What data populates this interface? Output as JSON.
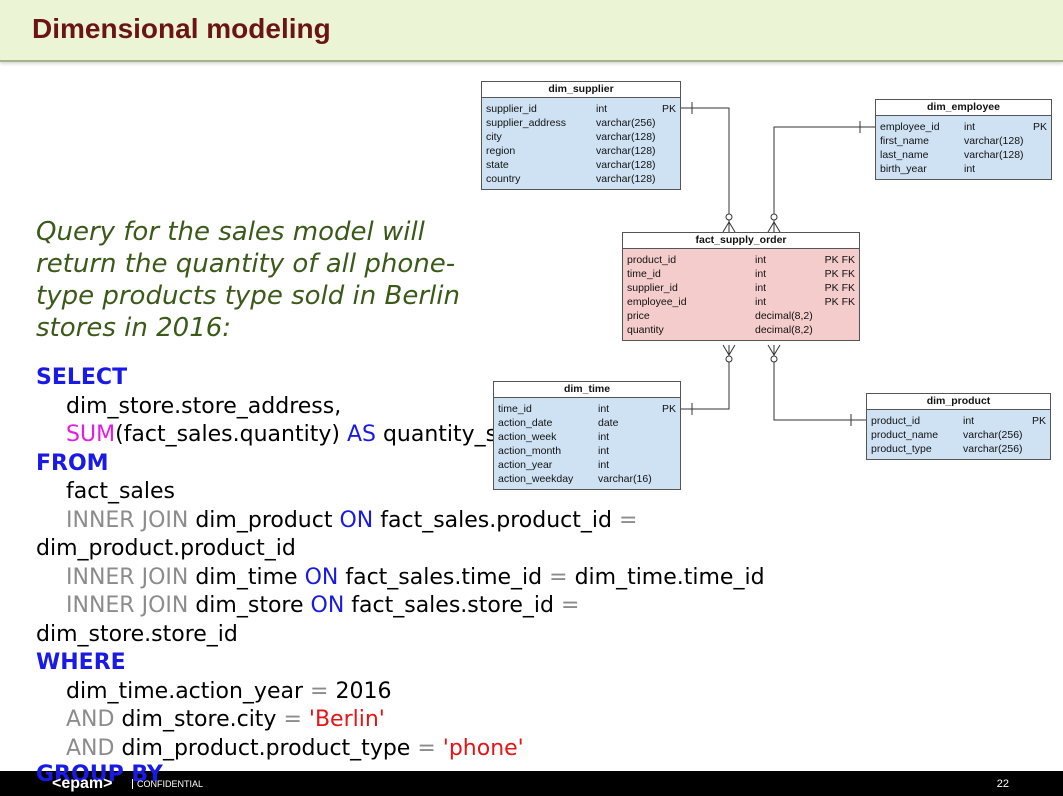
{
  "title": "Dimensional modeling",
  "intro": "Query for the sales model will return the quantity of all phone-type products type sold in Berlin stores in 2016:",
  "sql": {
    "select_kw": "SELECT",
    "l1": "dim_store.store_address,",
    "sum_fn": "SUM",
    "sum_arg": "(fact_sales.quantity)",
    "as_kw": "AS",
    "alias": "quantity_sold",
    "from_kw": "FROM",
    "from_tbl": "fact_sales",
    "join_kw": "INNER JOIN",
    "on_kw": "ON",
    "eq": "=",
    "j1_tbl": "dim_product",
    "j1_left": "fact_sales.product_id",
    "j1_right": "dim_product.product_id",
    "j2_tbl": "dim_time",
    "j2_left": "fact_sales.time_id",
    "j2_right": "dim_time.time_id",
    "j3_tbl": "dim_store",
    "j3_left": "fact_sales.store_id",
    "j3_right": "dim_store.store_id",
    "where_kw": "WHERE",
    "w1_left": "dim_time.action_year",
    "w1_val": "2016",
    "and_kw": "AND",
    "w2_left": "dim_store.city",
    "w2_val": "'Berlin'",
    "w3_left": "dim_product.product_type",
    "w3_val": "'phone'",
    "group_kw": "GROUP BY"
  },
  "tables": {
    "dim_supplier": {
      "name": "dim_supplier",
      "rows": [
        [
          "supplier_id",
          "int",
          "PK"
        ],
        [
          "supplier_address",
          "varchar(256)",
          ""
        ],
        [
          "city",
          "varchar(128)",
          ""
        ],
        [
          "region",
          "varchar(128)",
          ""
        ],
        [
          "state",
          "varchar(128)",
          ""
        ],
        [
          "country",
          "varchar(128)",
          ""
        ]
      ]
    },
    "dim_employee": {
      "name": "dim_employee",
      "rows": [
        [
          "employee_id",
          "int",
          "PK"
        ],
        [
          "first_name",
          "varchar(128)",
          ""
        ],
        [
          "last_name",
          "varchar(128)",
          ""
        ],
        [
          "birth_year",
          "int",
          ""
        ]
      ]
    },
    "fact_supply_order": {
      "name": "fact_supply_order",
      "rows": [
        [
          "product_id",
          "int",
          "PK FK"
        ],
        [
          "time_id",
          "int",
          "PK FK"
        ],
        [
          "supplier_id",
          "int",
          "PK FK"
        ],
        [
          "employee_id",
          "int",
          "PK FK"
        ],
        [
          "price",
          "decimal(8,2)",
          ""
        ],
        [
          "quantity",
          "decimal(8,2)",
          ""
        ]
      ]
    },
    "dim_time": {
      "name": "dim_time",
      "rows": [
        [
          "time_id",
          "int",
          "PK"
        ],
        [
          "action_date",
          "date",
          ""
        ],
        [
          "action_week",
          "int",
          ""
        ],
        [
          "action_month",
          "int",
          ""
        ],
        [
          "action_year",
          "int",
          ""
        ],
        [
          "action_weekday",
          "varchar(16)",
          ""
        ]
      ]
    },
    "dim_product": {
      "name": "dim_product",
      "rows": [
        [
          "product_id",
          "int",
          "PK"
        ],
        [
          "product_name",
          "varchar(256)",
          ""
        ],
        [
          "product_type",
          "varchar(256)",
          ""
        ]
      ]
    }
  },
  "footer": {
    "logo": "<epam>",
    "confidential": "CONFIDENTIAL",
    "page": "22"
  },
  "colors": {
    "dimension_fill": "#cfe2f3",
    "fact_fill": "#f4cccc",
    "title": "#6b1414",
    "keyword": "#1a1ae6"
  }
}
